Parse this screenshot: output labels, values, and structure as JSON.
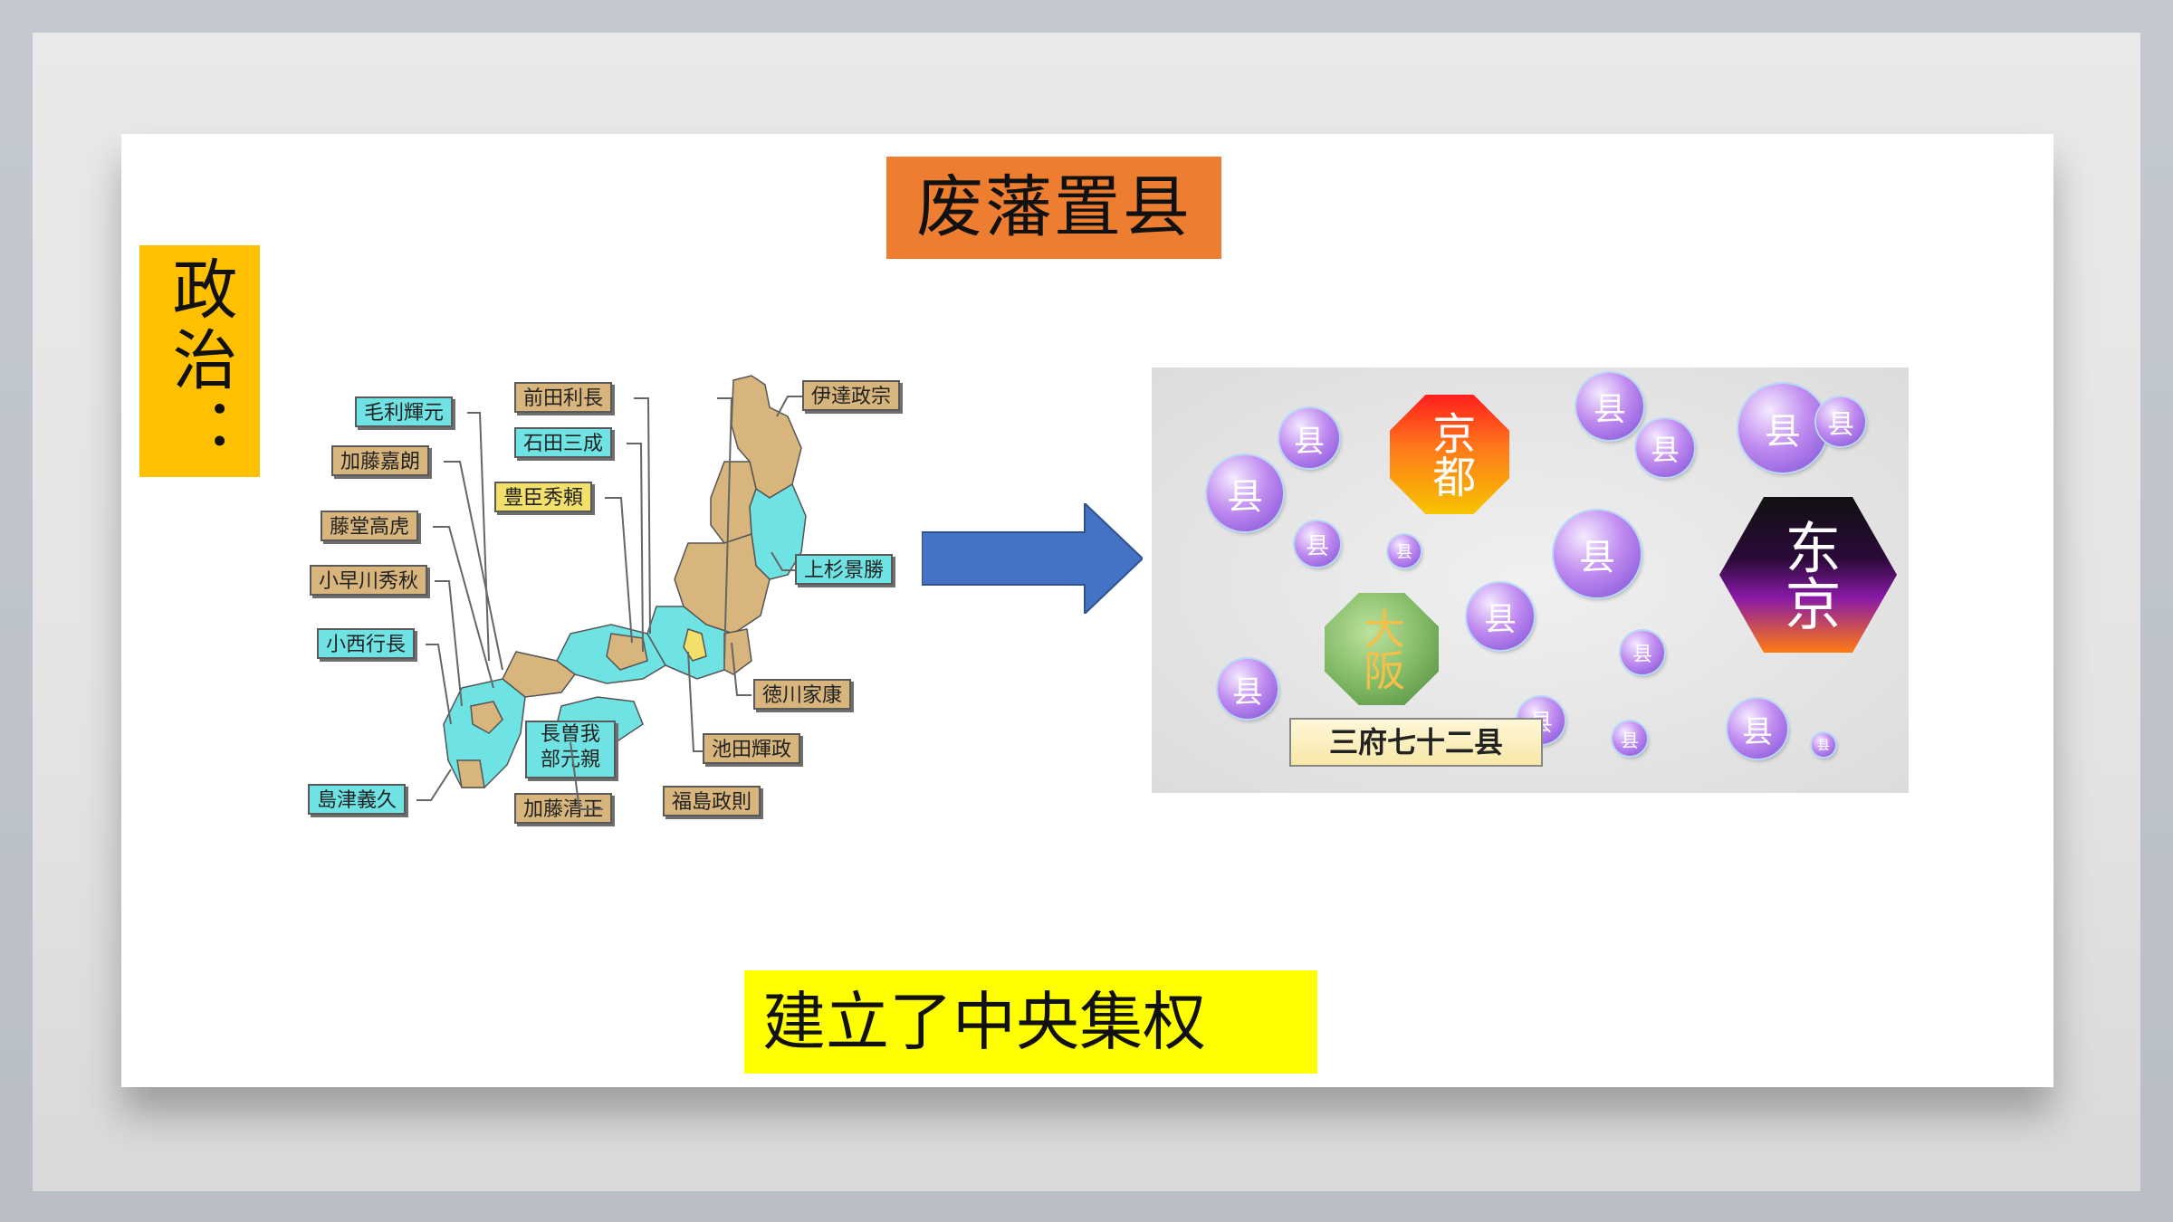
{
  "title": "废藩置县",
  "side_label": "政治：",
  "conclusion": "建立了中央集权",
  "map": {
    "labels": {
      "mori": "毛利輝元",
      "kato_yoshiaki": "加藤嘉朗",
      "todo": "藤堂高虎",
      "kobayakawa": "小早川秀秋",
      "konishi": "小西行長",
      "shimazu": "島津義久",
      "maeda": "前田利長",
      "ishida": "石田三成",
      "toyotomi": "豊臣秀頼",
      "chosokabe": "長曽我部元親",
      "kato_kiyomasa": "加藤清正",
      "fukushima": "福島政則",
      "ikeda": "池田輝政",
      "tokugawa": "徳川家康",
      "uesugi": "上杉景勝",
      "date": "伊達政宗"
    }
  },
  "diagram": {
    "kyoto": "京都",
    "osaka": "大阪",
    "tokyo": "东京",
    "ken": "县",
    "summary": "三府七十二县"
  },
  "colors": {
    "title_bg": "#ed7d31",
    "side_bg": "#ffc000",
    "conclusion_bg": "#ffff00",
    "arrow": "#4472c4"
  }
}
